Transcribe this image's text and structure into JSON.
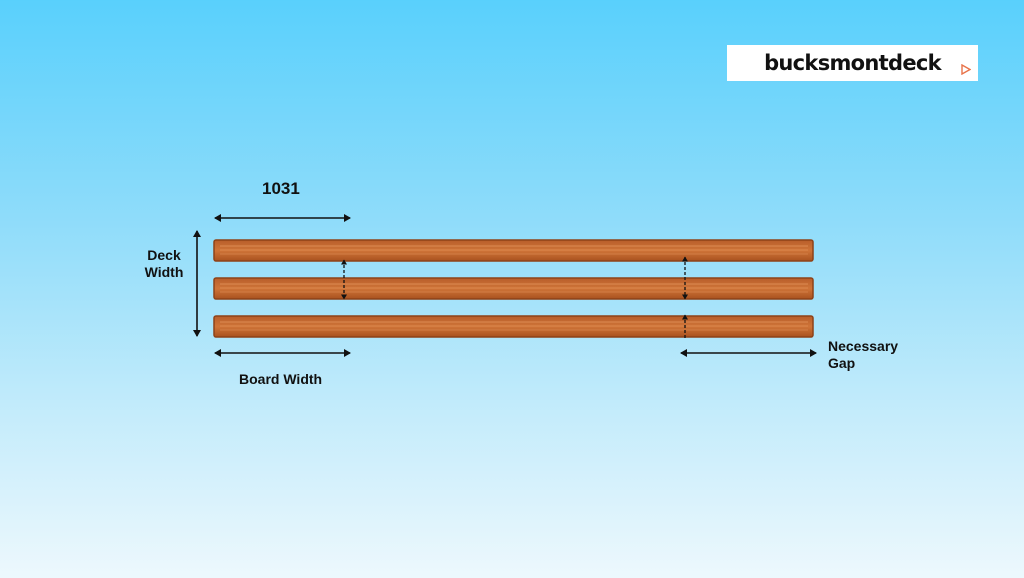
{
  "brand": {
    "name": "bucksmontdeck",
    "icon": "play-triangle-icon"
  },
  "diagram": {
    "measurement": "1031",
    "labels": {
      "deck_width": [
        "Deck",
        "Width"
      ],
      "board_width": "Board Width",
      "necessary_gap": [
        "Necessary",
        "Gap"
      ]
    },
    "boards": 3,
    "colors": {
      "board": "#c96a32",
      "board_dark": "#8e4218",
      "board_light": "#e89a62",
      "arrow": "#111111"
    }
  }
}
